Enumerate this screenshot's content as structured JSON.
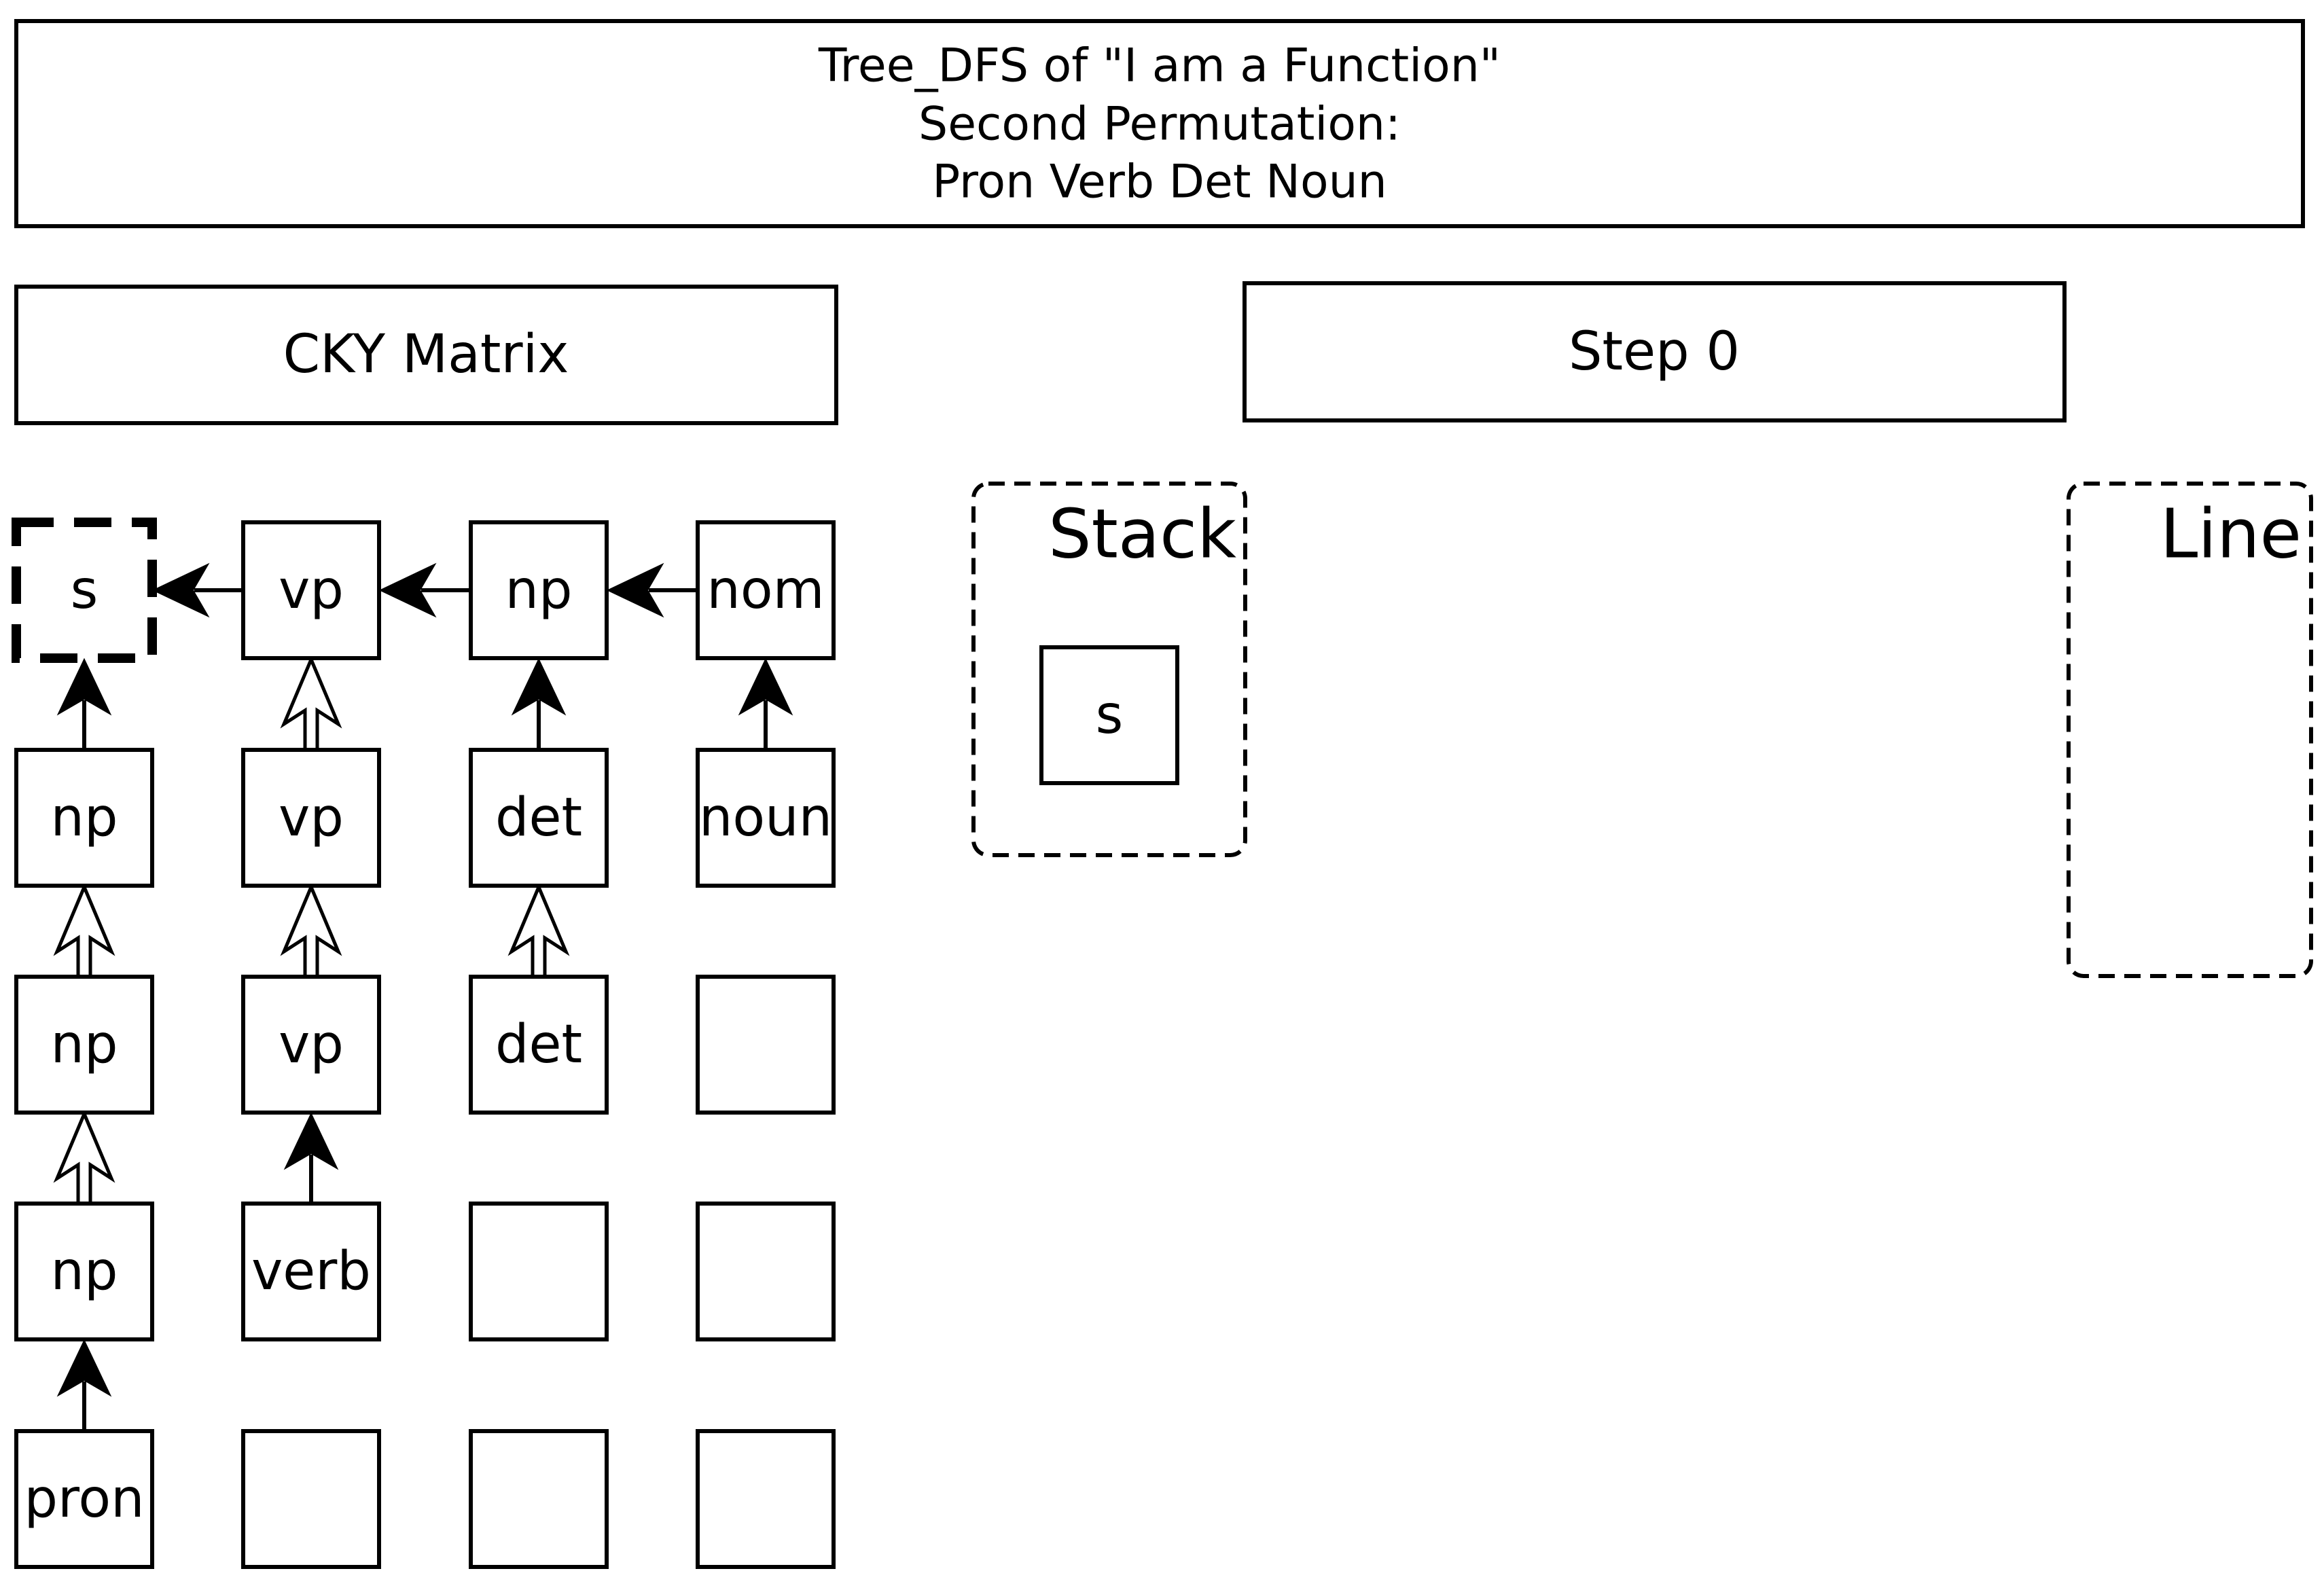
{
  "title": {
    "line1": "Tree_DFS of \"I am a Function\"",
    "line2": "Second Permutation:",
    "line3": "Pron Verb Det Noun"
  },
  "matrix": {
    "label": "CKY Matrix",
    "rows": [
      [
        {
          "text": "s",
          "dashed": true
        },
        {
          "text": "vp"
        },
        {
          "text": "np"
        },
        {
          "text": "nom"
        }
      ],
      [
        {
          "text": "np"
        },
        {
          "text": "vp"
        },
        {
          "text": "det"
        },
        {
          "text": "noun"
        }
      ],
      [
        {
          "text": "np"
        },
        {
          "text": "vp"
        },
        {
          "text": "det"
        },
        {
          "text": ""
        }
      ],
      [
        {
          "text": "np"
        },
        {
          "text": "verb"
        },
        {
          "text": ""
        },
        {
          "text": ""
        }
      ],
      [
        {
          "text": "pron"
        },
        {
          "text": ""
        },
        {
          "text": ""
        },
        {
          "text": ""
        }
      ]
    ],
    "arrows": [
      {
        "from": [
          0,
          1
        ],
        "to": [
          0,
          0
        ],
        "style": "solid"
      },
      {
        "from": [
          0,
          2
        ],
        "to": [
          0,
          1
        ],
        "style": "solid"
      },
      {
        "from": [
          0,
          3
        ],
        "to": [
          0,
          2
        ],
        "style": "solid"
      },
      {
        "from": [
          1,
          0
        ],
        "to": [
          0,
          0
        ],
        "style": "solid"
      },
      {
        "from": [
          1,
          1
        ],
        "to": [
          0,
          1
        ],
        "style": "hollow"
      },
      {
        "from": [
          1,
          2
        ],
        "to": [
          0,
          2
        ],
        "style": "solid"
      },
      {
        "from": [
          1,
          3
        ],
        "to": [
          0,
          3
        ],
        "style": "solid"
      },
      {
        "from": [
          2,
          0
        ],
        "to": [
          1,
          0
        ],
        "style": "hollow"
      },
      {
        "from": [
          2,
          1
        ],
        "to": [
          1,
          1
        ],
        "style": "hollow"
      },
      {
        "from": [
          2,
          2
        ],
        "to": [
          1,
          2
        ],
        "style": "hollow"
      },
      {
        "from": [
          3,
          0
        ],
        "to": [
          2,
          0
        ],
        "style": "hollow"
      },
      {
        "from": [
          3,
          1
        ],
        "to": [
          2,
          1
        ],
        "style": "solid"
      },
      {
        "from": [
          4,
          0
        ],
        "to": [
          3,
          0
        ],
        "style": "solid"
      }
    ]
  },
  "step": {
    "label": "Step 0"
  },
  "stack": {
    "label": "Stack",
    "items": [
      "s"
    ]
  },
  "line": {
    "label": "Line",
    "items": []
  }
}
